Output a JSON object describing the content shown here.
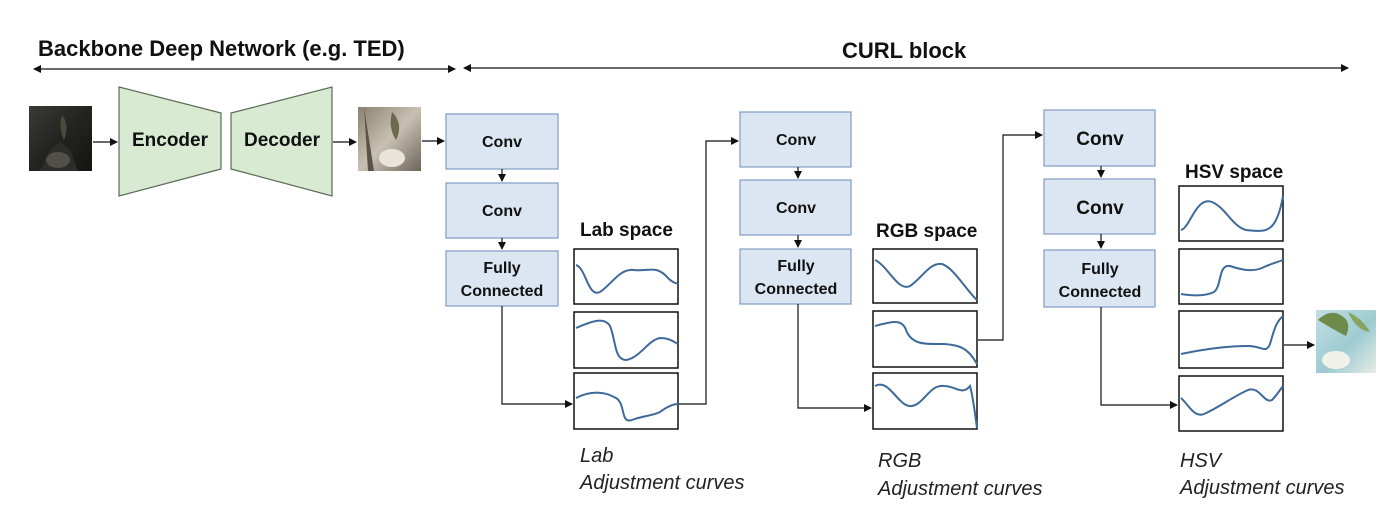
{
  "headers": {
    "backbone": "Backbone Deep Network (e.g. TED)",
    "curl": "CURL block"
  },
  "backbone": {
    "encoder": "Encoder",
    "decoder": "Decoder"
  },
  "stages": [
    {
      "id": "lab",
      "conv1": "Conv",
      "conv2": "Conv",
      "fc_line1": "Fully",
      "fc_line2": "Connected",
      "space_label": "Lab space",
      "caption_line1": "Lab",
      "caption_line2": "Adjustment curves"
    },
    {
      "id": "rgb",
      "conv1": "Conv",
      "conv2": "Conv",
      "fc_line1": "Fully",
      "fc_line2": "Connected",
      "space_label": "RGB space",
      "caption_line1": "RGB",
      "caption_line2": "Adjustment curves"
    },
    {
      "id": "hsv",
      "conv1": "Conv",
      "conv2": "Conv",
      "fc_line1": "Fully",
      "fc_line2": "Connected",
      "space_label": "HSV space",
      "caption_line1": "HSV",
      "caption_line2": "Adjustment curves"
    }
  ],
  "colors": {
    "conv_fill": "#dce6f2",
    "trapezoid_fill": "#d9ead3",
    "curve_stroke": "#3e6a9a"
  }
}
